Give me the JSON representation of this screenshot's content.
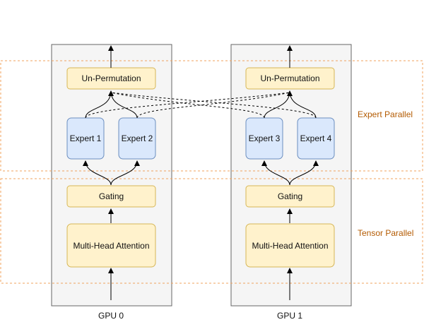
{
  "regions": {
    "expert_parallel": "Expert Parallel",
    "tensor_parallel": "Tensor Parallel"
  },
  "gpus": [
    {
      "label": "GPU 0",
      "unpermutation": "Un-Permutation",
      "experts": [
        "Expert 1",
        "Expert 2"
      ],
      "gating": "Gating",
      "attention": "Multi-Head Attention"
    },
    {
      "label": "GPU 1",
      "unpermutation": "Un-Permutation",
      "experts": [
        "Expert 3",
        "Expert 4"
      ],
      "gating": "Gating",
      "attention": "Multi-Head Attention"
    }
  ],
  "colors": {
    "yellow_fill": "#fff2cc",
    "yellow_stroke": "#d6b656",
    "blue_fill": "#dae8fc",
    "blue_stroke": "#6c8ebf",
    "orange_region": "#f0a35e",
    "gpu_fill": "#f5f5f5",
    "gpu_stroke": "#666666"
  }
}
